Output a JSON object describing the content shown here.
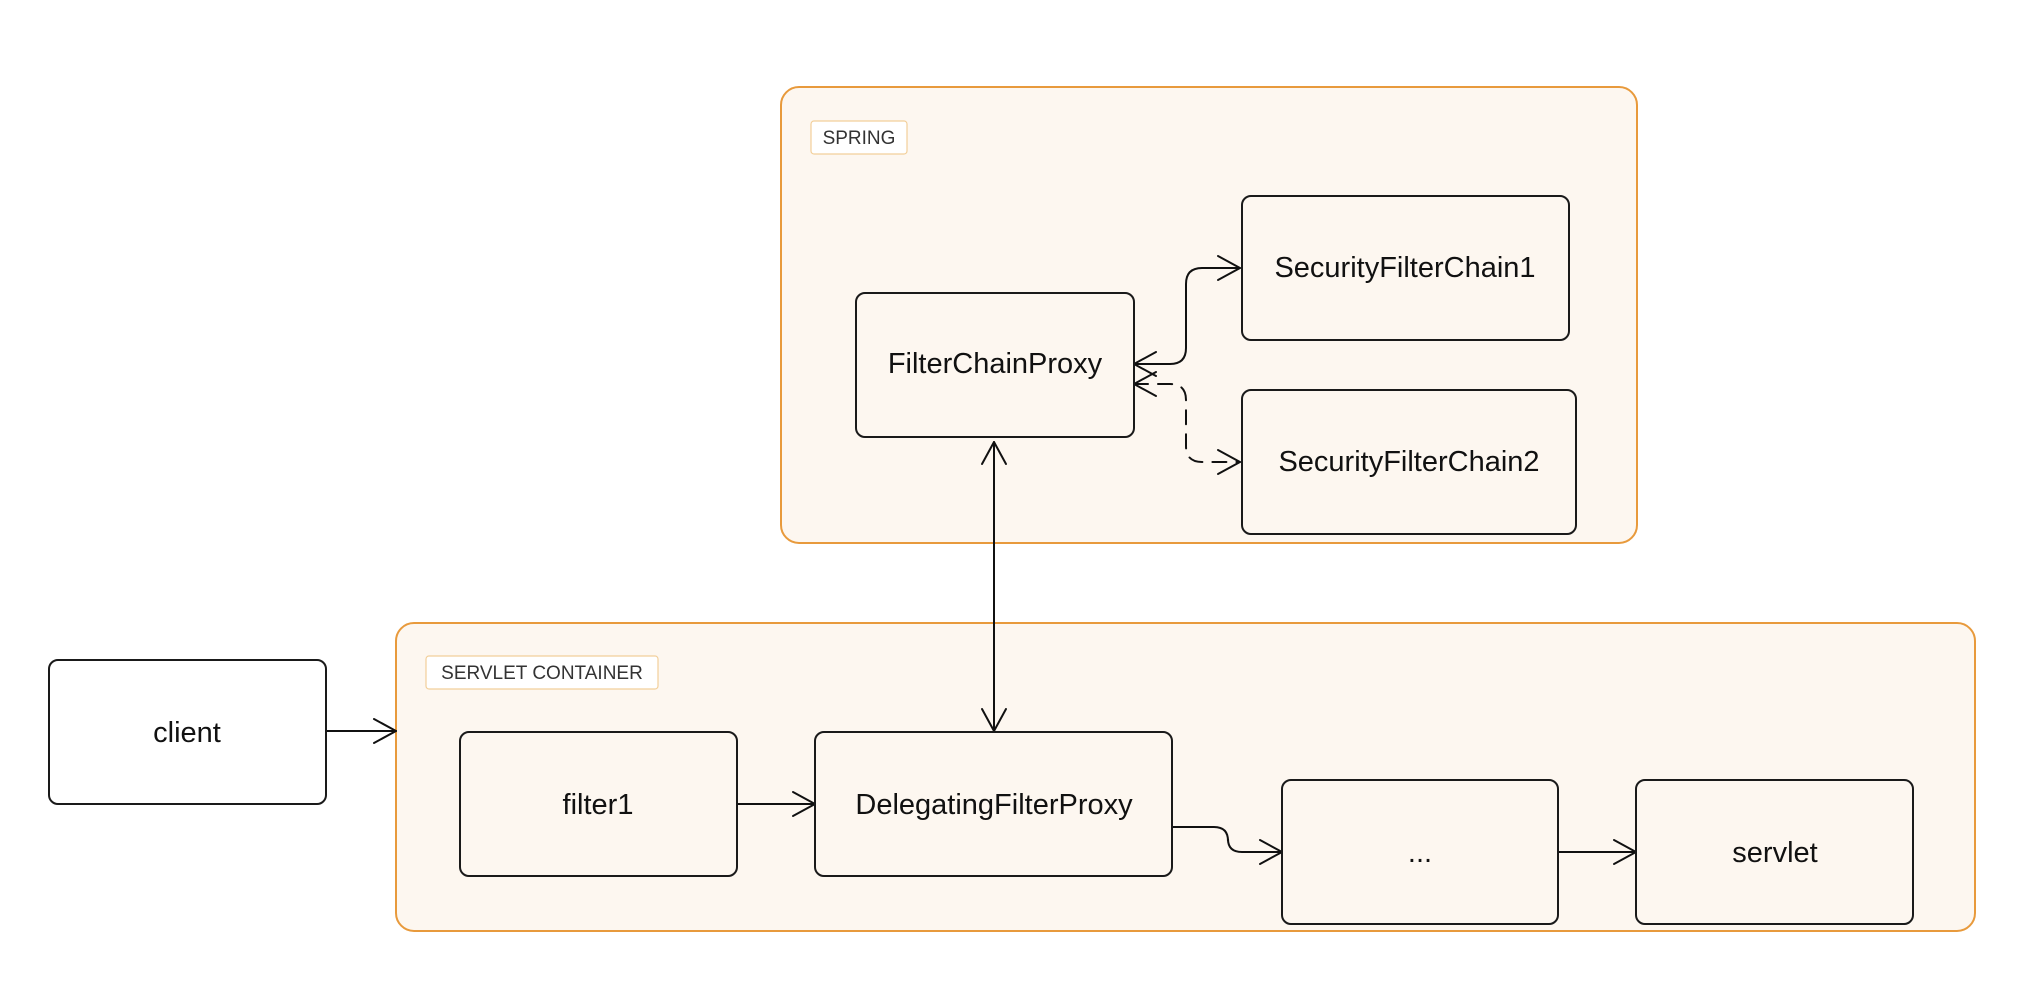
{
  "diagram": {
    "groups": {
      "spring": {
        "label": "SPRING"
      },
      "servlet_container": {
        "label": "SERVLET CONTAINER"
      }
    },
    "nodes": {
      "client": "client",
      "filter1": "filter1",
      "delegating_filter_proxy": "DelegatingFilterProxy",
      "ellipsis": "...",
      "servlet": "servlet",
      "filter_chain_proxy": "FilterChainProxy",
      "security_filter_chain_1": "SecurityFilterChain1",
      "security_filter_chain_2": "SecurityFilterChain2"
    },
    "edges": [
      {
        "from": "client",
        "to": "servlet_container",
        "style": "solid",
        "direction": "forward"
      },
      {
        "from": "filter1",
        "to": "delegating_filter_proxy",
        "style": "solid",
        "direction": "forward"
      },
      {
        "from": "delegating_filter_proxy",
        "to": "ellipsis",
        "style": "solid",
        "direction": "forward"
      },
      {
        "from": "ellipsis",
        "to": "servlet",
        "style": "solid",
        "direction": "forward"
      },
      {
        "from": "delegating_filter_proxy",
        "to": "filter_chain_proxy",
        "style": "solid",
        "direction": "both"
      },
      {
        "from": "filter_chain_proxy",
        "to": "security_filter_chain_1",
        "style": "solid",
        "direction": "both"
      },
      {
        "from": "filter_chain_proxy",
        "to": "security_filter_chain_2",
        "style": "dashed",
        "direction": "both"
      }
    ],
    "colors": {
      "group_stroke": "#e89a3c",
      "group_fill": "#fdf7f0",
      "node_stroke": "#1a1a1a",
      "edge": "#111111"
    }
  }
}
